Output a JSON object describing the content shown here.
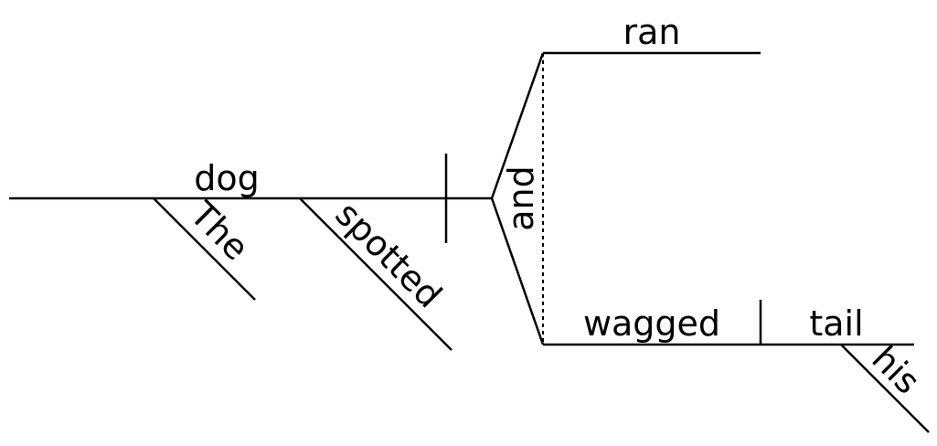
{
  "diagram": {
    "type": "sentence-diagram",
    "words": {
      "subject": "dog",
      "subject_modifier": "The",
      "participle_modifier": "spotted",
      "conjunction": "and",
      "verb_1": "ran",
      "verb_2": "wagged",
      "object": "tail",
      "object_modifier": "his"
    }
  }
}
